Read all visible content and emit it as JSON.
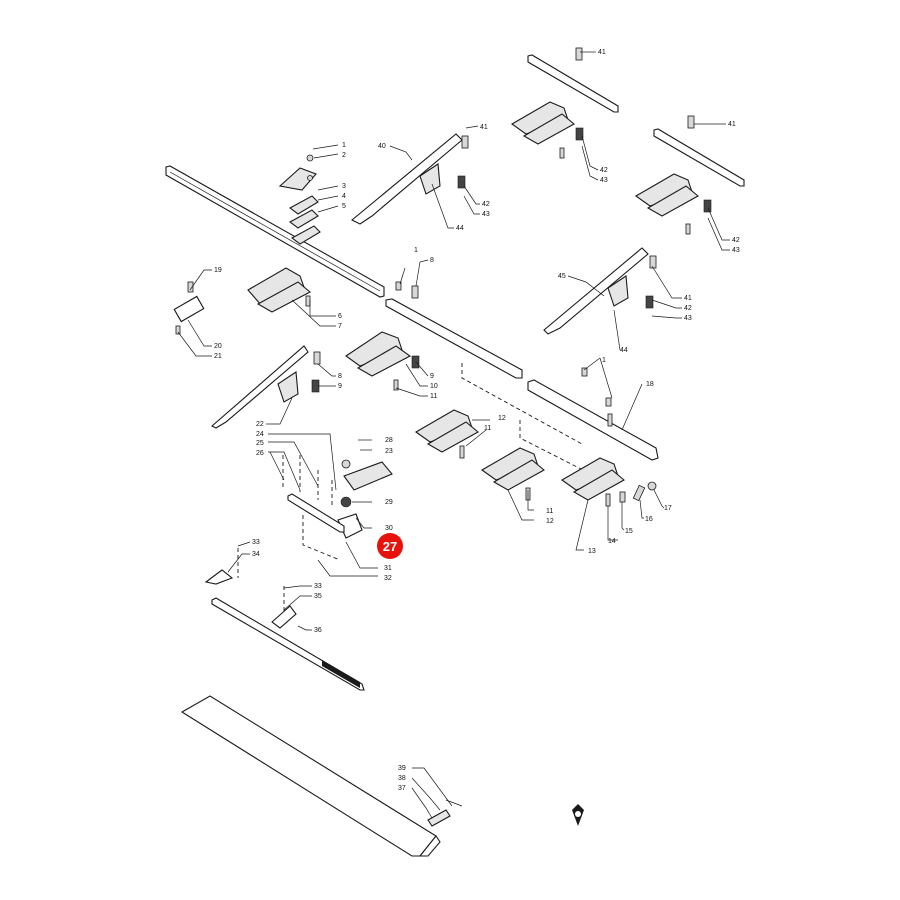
{
  "diagram": {
    "callouts": [
      {
        "id": "c1a",
        "label": "1"
      },
      {
        "id": "c2",
        "label": "2"
      },
      {
        "id": "c3",
        "label": "3"
      },
      {
        "id": "c4",
        "label": "4"
      },
      {
        "id": "c5",
        "label": "5"
      },
      {
        "id": "c6",
        "label": "6"
      },
      {
        "id": "c7",
        "label": "7"
      },
      {
        "id": "c19",
        "label": "19"
      },
      {
        "id": "c20",
        "label": "20"
      },
      {
        "id": "c21",
        "label": "21"
      },
      {
        "id": "c40",
        "label": "40"
      },
      {
        "id": "c41a",
        "label": "41"
      },
      {
        "id": "c42a",
        "label": "42"
      },
      {
        "id": "c43a",
        "label": "43"
      },
      {
        "id": "c44a",
        "label": "44"
      },
      {
        "id": "c41b",
        "label": "41"
      },
      {
        "id": "c42b",
        "label": "42"
      },
      {
        "id": "c43b",
        "label": "43"
      },
      {
        "id": "c41c",
        "label": "41"
      },
      {
        "id": "c42c",
        "label": "42"
      },
      {
        "id": "c43c",
        "label": "43"
      },
      {
        "id": "c1b",
        "label": "1"
      },
      {
        "id": "c8a",
        "label": "8"
      },
      {
        "id": "c45",
        "label": "45"
      },
      {
        "id": "c41d",
        "label": "41"
      },
      {
        "id": "c42d",
        "label": "42"
      },
      {
        "id": "c43d",
        "label": "43"
      },
      {
        "id": "c44b",
        "label": "44"
      },
      {
        "id": "c9a",
        "label": "9"
      },
      {
        "id": "c10",
        "label": "10"
      },
      {
        "id": "c11a",
        "label": "11"
      },
      {
        "id": "c8b",
        "label": "8"
      },
      {
        "id": "c9b",
        "label": "9"
      },
      {
        "id": "c1c",
        "label": "1"
      },
      {
        "id": "c18",
        "label": "18"
      },
      {
        "id": "c12a",
        "label": "12"
      },
      {
        "id": "c11b",
        "label": "11"
      },
      {
        "id": "c22",
        "label": "22"
      },
      {
        "id": "c24",
        "label": "24"
      },
      {
        "id": "c25",
        "label": "25"
      },
      {
        "id": "c26",
        "label": "26"
      },
      {
        "id": "c28",
        "label": "28"
      },
      {
        "id": "c23",
        "label": "23"
      },
      {
        "id": "c29",
        "label": "29"
      },
      {
        "id": "c30",
        "label": "30"
      },
      {
        "id": "c31",
        "label": "31"
      },
      {
        "id": "c32",
        "label": "32"
      },
      {
        "id": "c11c",
        "label": "11"
      },
      {
        "id": "c12b",
        "label": "12"
      },
      {
        "id": "c13",
        "label": "13"
      },
      {
        "id": "c14",
        "label": "14"
      },
      {
        "id": "c15",
        "label": "15"
      },
      {
        "id": "c16",
        "label": "16"
      },
      {
        "id": "c17",
        "label": "17"
      },
      {
        "id": "c33a",
        "label": "33"
      },
      {
        "id": "c34",
        "label": "34"
      },
      {
        "id": "c33b",
        "label": "33"
      },
      {
        "id": "c35",
        "label": "35"
      },
      {
        "id": "c36",
        "label": "36"
      },
      {
        "id": "c39",
        "label": "39"
      },
      {
        "id": "c38",
        "label": "38"
      },
      {
        "id": "c37",
        "label": "37"
      }
    ],
    "highlight": {
      "label": "27",
      "color": "#e8120c"
    }
  }
}
